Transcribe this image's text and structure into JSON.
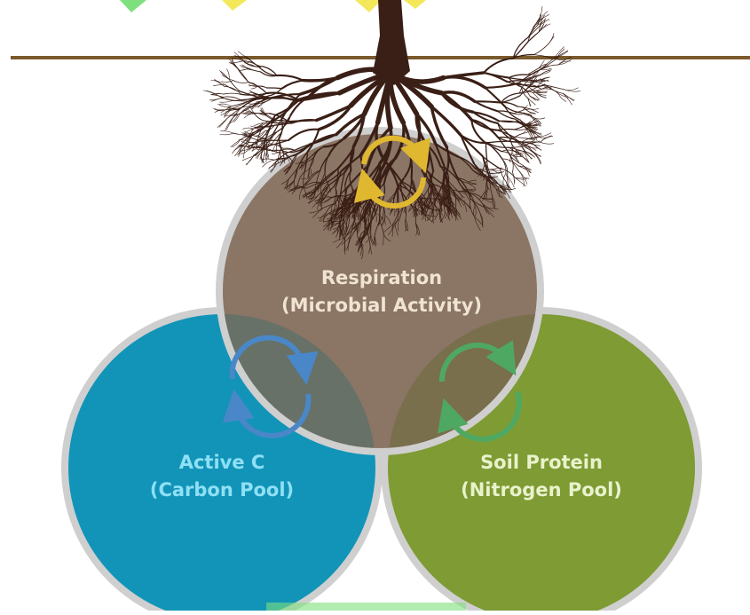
{
  "colors": {
    "background": "#ffffff",
    "ground_line": "#7a5a2c",
    "roots": "#3a1f16",
    "ring": "#cfcfcf",
    "respiration_fill": "#8b7565",
    "respiration_text": "#f0e3d1",
    "active_c_fill": "#1294b8",
    "active_c_text": "#8fe0f5",
    "soil_protein_fill": "#7e9b34",
    "soil_protein_text": "#e9f2cc",
    "cycle_gold": "#e0b830",
    "cycle_blue": "#4a87c8",
    "cycle_green": "#4fa862",
    "top_accent_green": "#7de07d",
    "top_accent_yellow": "#f3e85a"
  },
  "icons": [
    "tree-roots-icon",
    "cycle-arrows-icon"
  ],
  "circles": {
    "respiration": {
      "line1": "Respiration",
      "line2": "(Microbial Activity)"
    },
    "active_c": {
      "line1": "Active C",
      "line2": "(Carbon Pool)"
    },
    "soil_protein": {
      "line1": "Soil Protein",
      "line2": "(Nitrogen Pool)"
    }
  }
}
